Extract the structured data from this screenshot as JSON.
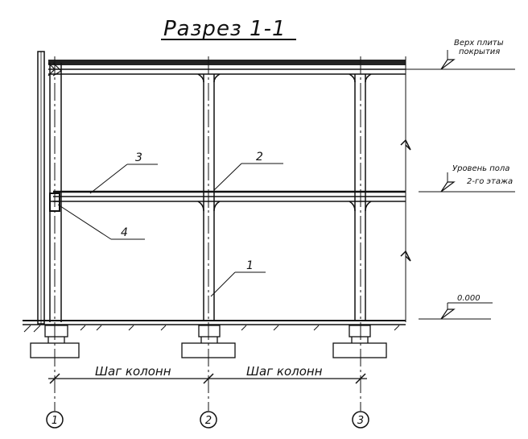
{
  "title": "Разрез 1-1",
  "levels": {
    "roof_top": [
      "Верх плиты",
      "покрытия"
    ],
    "second_floor": [
      "Уровень пола",
      "2-го этажа"
    ],
    "zero": "0.000"
  },
  "callouts": [
    "1",
    "2",
    "3",
    "4"
  ],
  "axes": [
    "1",
    "2",
    "3"
  ],
  "column_step_label": "Шаг колонн",
  "colors": {
    "ink": "#111111",
    "paper": "#ffffff"
  }
}
